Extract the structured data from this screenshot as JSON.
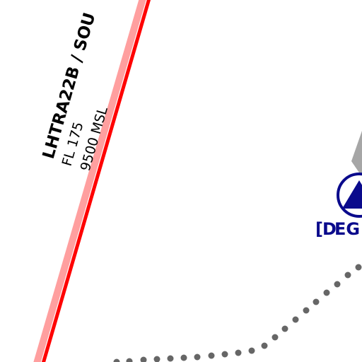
{
  "airspace": {
    "name": "LHTRA22B / SOU",
    "lower_limit": "FL 175",
    "upper_limit": "9500 MSL",
    "border_color": "#ff0000",
    "band_color": "#ff9f9f"
  },
  "navaid": {
    "label_open": "[",
    "label_d": "D",
    "label_rest": "EG",
    "color": "#0a0a8c",
    "icon": "vor-dme-triangle-icon"
  },
  "route": {
    "style": "dotted",
    "color": "#666666"
  },
  "approach": {
    "color": "#a6a6a6"
  }
}
